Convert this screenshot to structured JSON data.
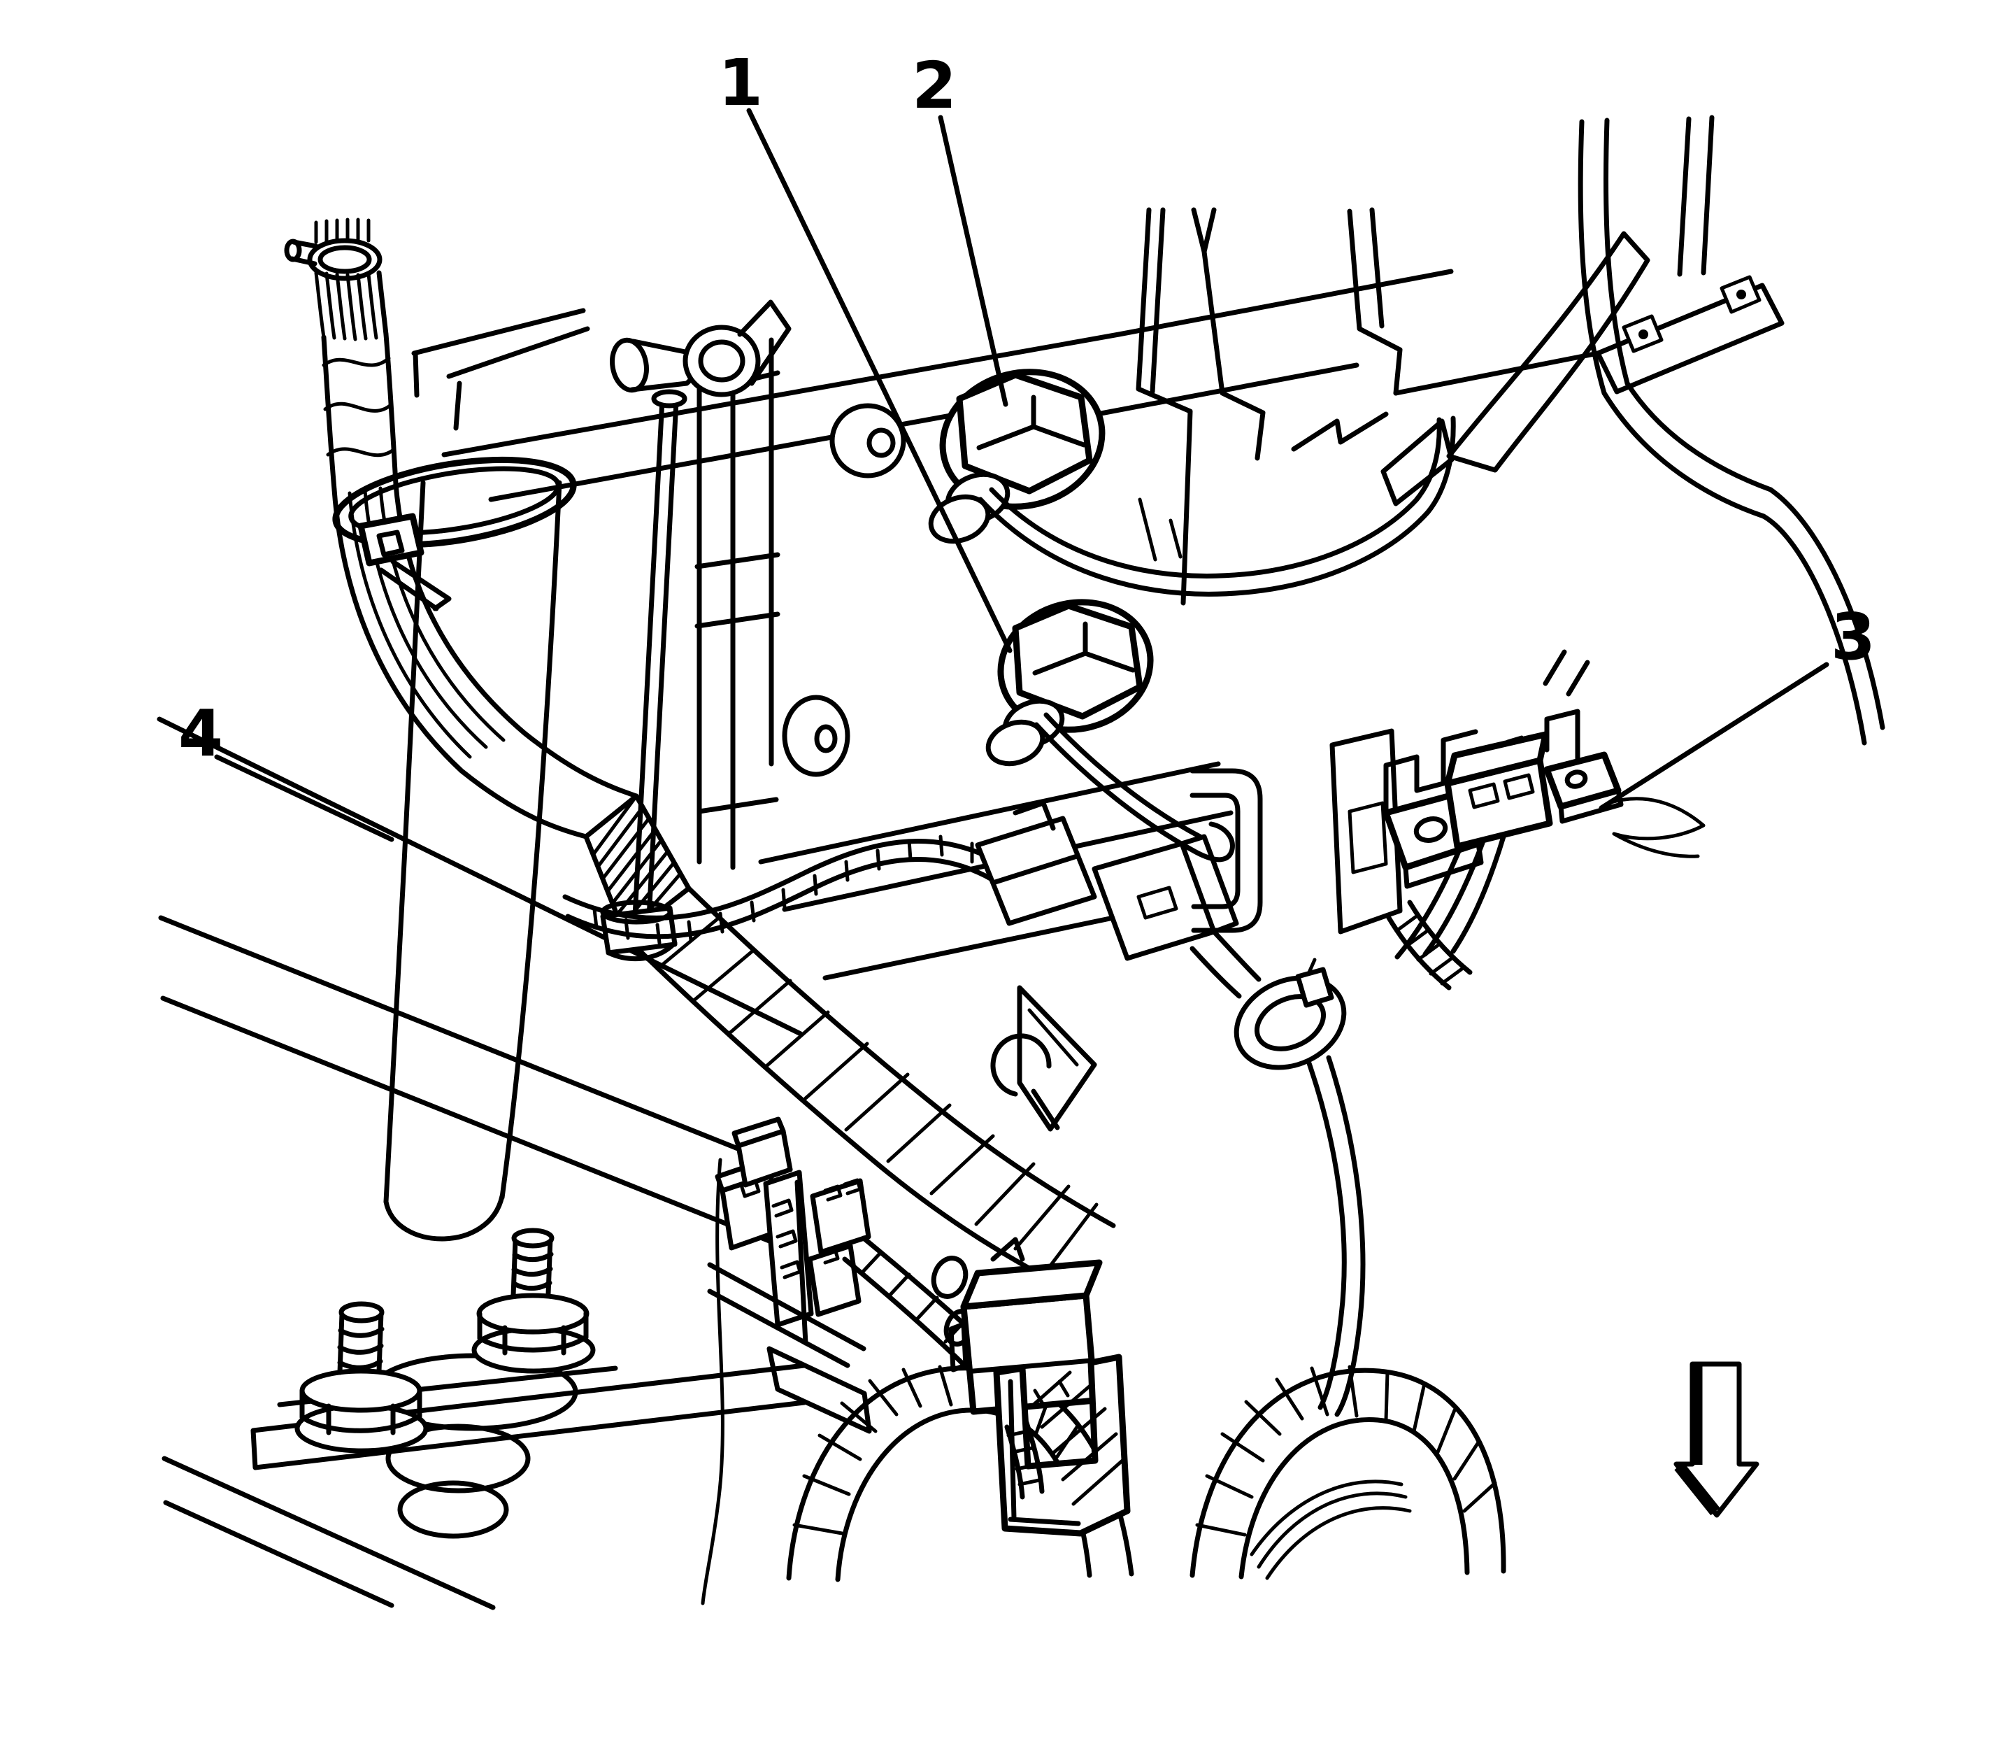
{
  "figure": {
    "kind": "black-and-white service-manual line illustration",
    "subject": "vehicle underbody wiring harness, ground bolts, connector bracket and shock absorber",
    "background_color": "#ffffff",
    "line_color": "#000000"
  },
  "callouts": [
    {
      "label": "1",
      "points_to": "center ground bolt with lead wire"
    },
    {
      "label": "2",
      "points_to": "upper ground bolt with ground strap"
    },
    {
      "label": "3",
      "points_to": "harness connector mounting bracket"
    },
    {
      "label": "4",
      "points_to": "shock absorber body"
    }
  ],
  "symbols": {
    "down_arrow": "downward direction arrow"
  }
}
